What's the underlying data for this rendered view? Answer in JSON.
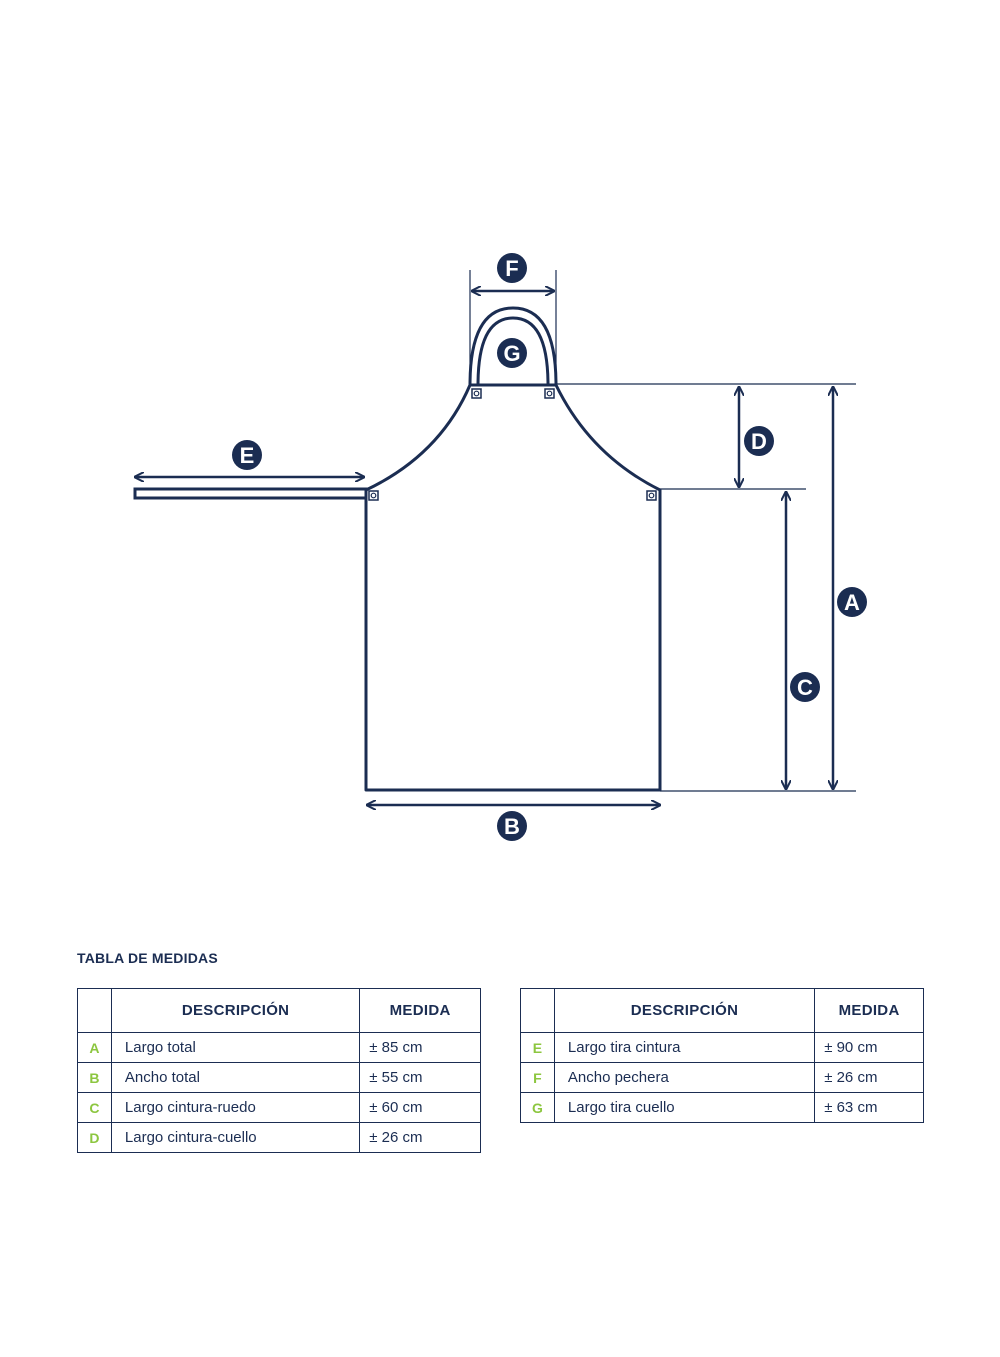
{
  "diagram": {
    "labels": {
      "A": "A",
      "B": "B",
      "C": "C",
      "D": "D",
      "E": "E",
      "F": "F",
      "G": "G"
    },
    "stroke_color": "#1b2d52",
    "label_fill": "#1b2d52"
  },
  "table_title": "TABLA DE MEDIDAS",
  "tables": [
    {
      "headers": {
        "code": "",
        "description": "DESCRIPCIÓN",
        "measure": "MEDIDA"
      },
      "rows": [
        {
          "code": "A",
          "description": "Largo total",
          "measure": "± 85 cm"
        },
        {
          "code": "B",
          "description": "Ancho total",
          "measure": "± 55 cm"
        },
        {
          "code": "C",
          "description": "Largo cintura-ruedo",
          "measure": "± 60 cm"
        },
        {
          "code": "D",
          "description": "Largo cintura-cuello",
          "measure": "± 26 cm"
        }
      ]
    },
    {
      "headers": {
        "code": "",
        "description": "DESCRIPCIÓN",
        "measure": "MEDIDA"
      },
      "rows": [
        {
          "code": "E",
          "description": "Largo tira cintura",
          "measure": "± 90 cm"
        },
        {
          "code": "F",
          "description": "Ancho pechera",
          "measure": "± 26 cm"
        },
        {
          "code": "G",
          "description": "Largo tira cuello",
          "measure": "± 63 cm"
        }
      ]
    }
  ],
  "colors": {
    "navy": "#1b2d52",
    "code_green": "#8cc63f"
  }
}
